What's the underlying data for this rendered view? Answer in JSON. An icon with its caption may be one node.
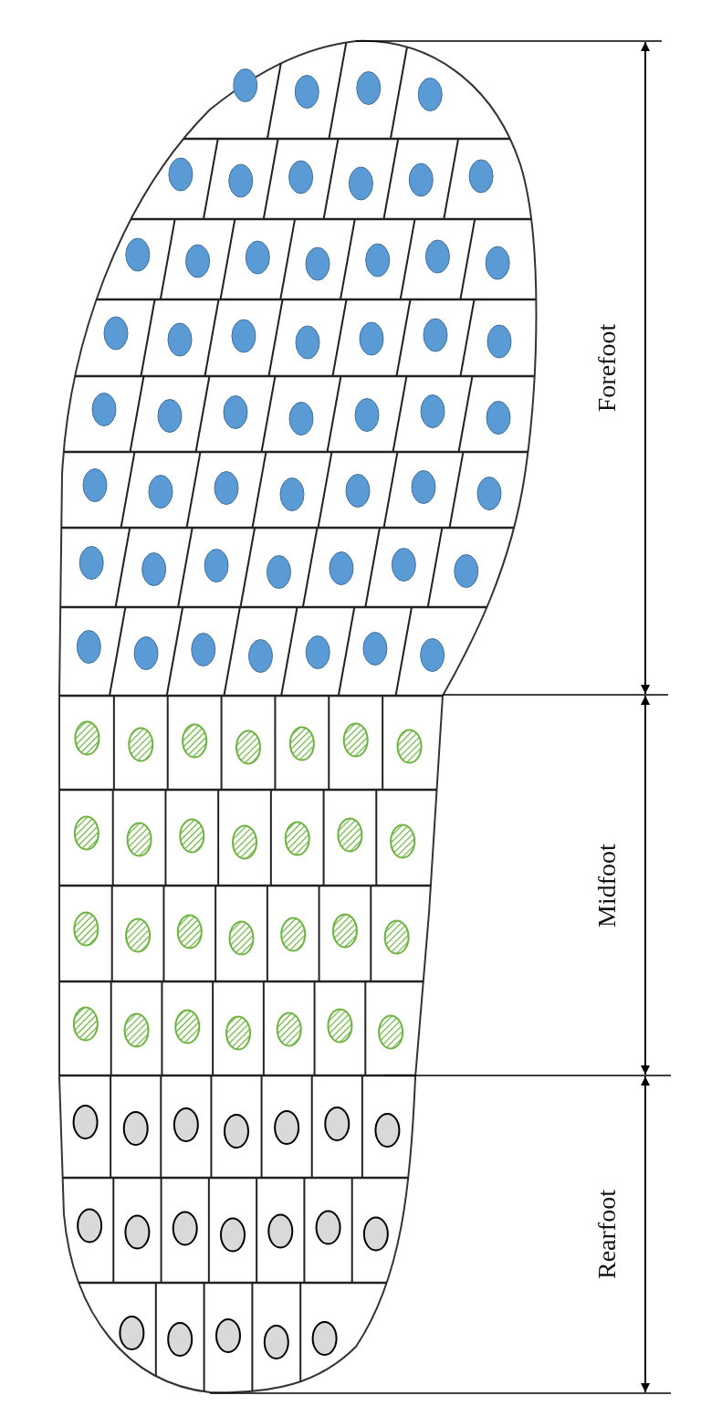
{
  "diagram": {
    "labels": [
      "Forefoot",
      "Midfoot",
      "Rearfoot"
    ]
  }
}
